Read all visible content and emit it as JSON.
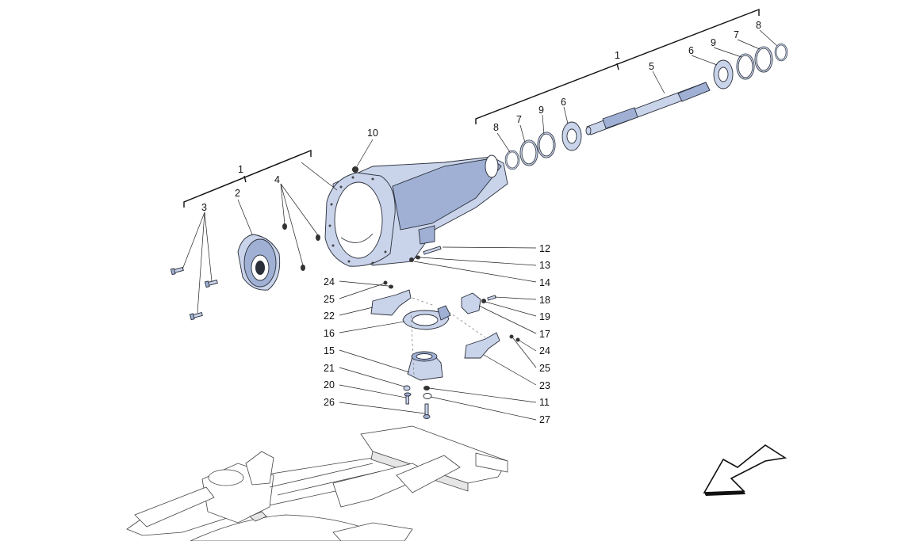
{
  "labels": {
    "l1a": "1",
    "l1b": "1",
    "l2": "2",
    "l3": "3",
    "l4": "4",
    "l5": "5",
    "l6a": "6",
    "l6b": "6",
    "l7a": "7",
    "l7b": "7",
    "l8a": "8",
    "l8b": "8",
    "l9a": "9",
    "l9b": "9",
    "l10": "10",
    "l11": "11",
    "l12": "12",
    "l13": "13",
    "l14": "14",
    "l15": "15",
    "l16": "16",
    "l17": "17",
    "l18": "18",
    "l19": "19",
    "l20": "20",
    "l21": "21",
    "l22": "22",
    "l23": "23",
    "l24a": "24",
    "l24b": "24",
    "l25a": "25",
    "l25b": "25",
    "l26": "26",
    "l27": "27"
  },
  "colors": {
    "part_fill": "#c9d3ea",
    "part_dark": "#9fb0d4",
    "outline": "#2a2f3a"
  },
  "icons": {
    "direction": "arrow-down-left-icon"
  }
}
